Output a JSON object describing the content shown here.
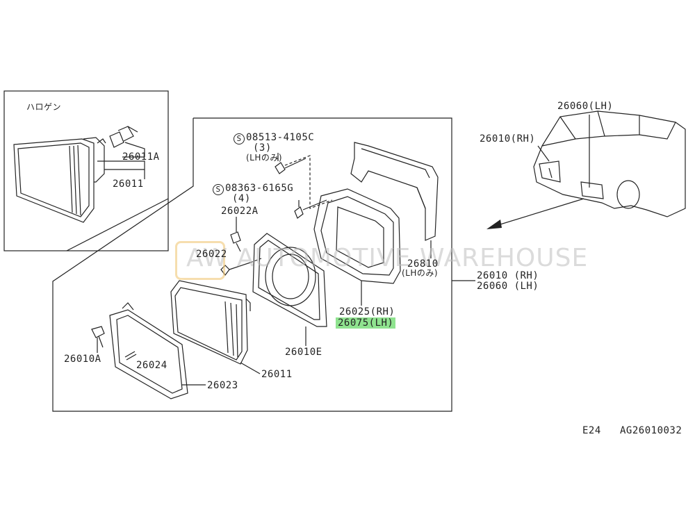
{
  "inset": {
    "title": "ハロゲン",
    "bulb_part": "26011A",
    "lamp_part": "26011"
  },
  "screw1": {
    "symbol": "S",
    "number": "08513-4105C",
    "qty": "(3)",
    "note": "(LHのみ)"
  },
  "screw2": {
    "symbol": "S",
    "number": "08363-6165G",
    "qty": "(4)"
  },
  "parts": {
    "p26022A": "26022A",
    "p26022": "26022",
    "p26810": "26810",
    "p26810_note": "(LHのみ)",
    "p26010_rh": "26010 (RH)",
    "p26060_lh": "26060 (LH)",
    "p26025": "26025(RH)",
    "p26075": "26075(LH)",
    "p26010E": "26010E",
    "p26011": "26011",
    "p26010A": "26010A",
    "p26024": "26024",
    "p26023": "26023"
  },
  "vehicle": {
    "label_lh": "26060(LH)",
    "label_rh": "26010(RH)"
  },
  "footer": {
    "page": "E24",
    "code": "AG26010032"
  },
  "watermark": {
    "badge": "AW",
    "text": "AUTOMOTIVE WAREHOUSE"
  },
  "colors": {
    "highlight": "#8fe38f",
    "line": "#222222"
  }
}
